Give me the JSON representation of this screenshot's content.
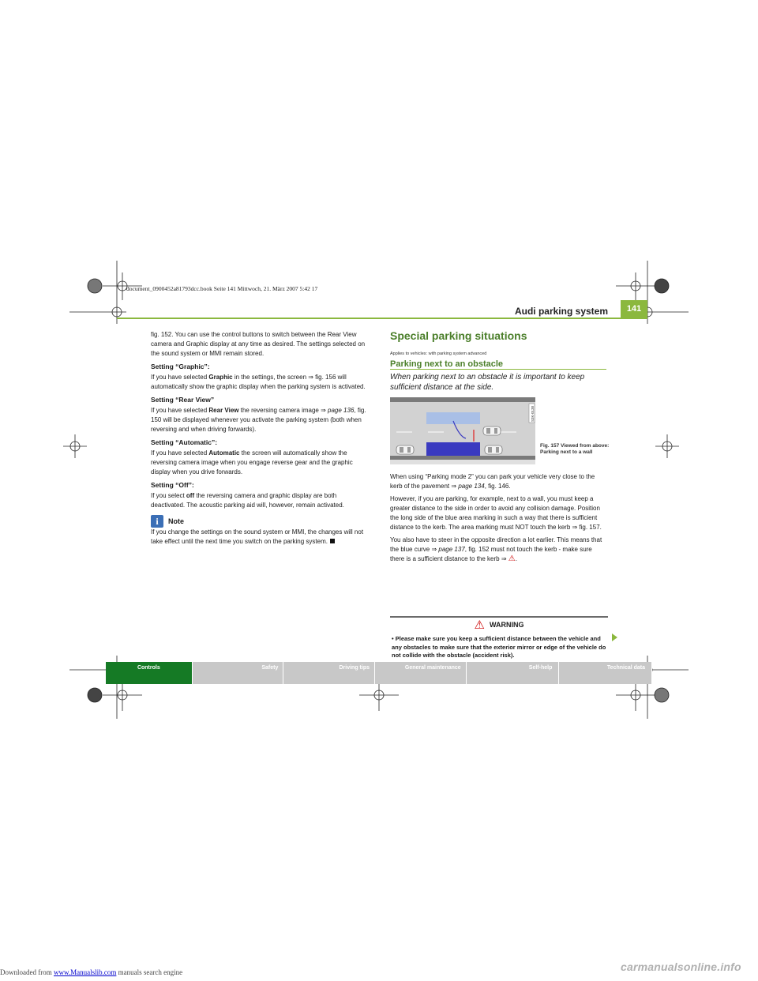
{
  "book_line": "document_0900452a81793dcc.book  Seite 141  Mittwoch, 21. März 2007  5:42 17",
  "header": {
    "title": "Audi parking system",
    "page_number": "141"
  },
  "left_column": {
    "p1": "fig. 152. You can use the control buttons to switch between the Rear View camera and Graphic display at any time as desired. The settings selected on the sound system or MMI remain stored.",
    "h_graphic": "Setting “Graphic”:",
    "graphic_pre": "If you have selected ",
    "graphic_bold": "Graphic",
    "graphic_post": " in the settings, the screen ⇒ fig. 156 will automatically show the graphic display when the parking system is activated.",
    "h_rearview": "Setting “Rear View”",
    "rear_pre": "If you have selected ",
    "rear_bold": "Rear View",
    "rear_mid": " the reversing camera image ⇒ ",
    "rear_italic": "page 136",
    "rear_post": ", fig. 150 will be displayed whenever you activate the parking system (both when reversing and when driving forwards).",
    "h_automatic": "Setting “Automatic”:",
    "auto_pre": "If you have selected ",
    "auto_bold": "Automatic",
    "auto_post": " the screen will automatically show the reversing camera image when you engage reverse gear and the graphic display when you drive forwards.",
    "h_off": "Setting “Off”:",
    "off_pre": "If you select ",
    "off_bold": "off",
    "off_post": " the reversing camera and graphic display are both deactivated. The acoustic parking aid will, however, remain activated.",
    "note_label": "Note",
    "note_text": "If you change the settings on the sound system or MMI, the changes will not take effect until the next time you switch on the parking system."
  },
  "right_column": {
    "section_title": "Special parking situations",
    "applies": "Applies to vehicles: with parking system advanced",
    "subsection_title": "Parking next to an obstacle",
    "intro": "When parking next to an obstacle it is important to keep sufficient distance at the side.",
    "figure_code": "S3K-0138",
    "figure_caption": "Fig. 157  Viewed from above: Parking next to a wall",
    "p1_pre": "When using “Parking mode 2” you can park your vehicle very close to the kerb of the pavement ⇒ ",
    "p1_italic": "page 134",
    "p1_post": ", fig. 146.",
    "p2": "However, if you are parking, for example, next to a wall, you must keep a greater distance to the side in order to avoid any collision damage. Position the long side of the blue area marking in such a way that there is sufficient distance to the kerb. The area marking must NOT touch the kerb ⇒ fig. 157.",
    "p3_pre": "You also have to steer in the opposite direction a lot earlier. This means that the blue curve ⇒ ",
    "p3_italic": "page 137",
    "p3_post": ", fig. 152 must not touch the kerb - make sure there is a sufficient distance to the kerb ⇒ ",
    "warning_label": "WARNING",
    "warning_text": "Please make sure you keep a sufficient distance between the vehicle and any obstacles to make sure that the exterior mirror or edge of the vehicle do not collide with the obstacle (accident risk)."
  },
  "tabs": [
    "Controls",
    "Safety",
    "Driving tips",
    "General maintenance",
    "Self-help",
    "Technical data"
  ],
  "footer": {
    "downloaded_pre": "Downloaded from ",
    "downloaded_link": "www.Manualslib.com",
    "downloaded_post": " manuals search engine",
    "watermark": "carmanualsonline.info"
  },
  "colors": {
    "accent_green": "#8bb83e",
    "title_green": "#4b7f2a",
    "tab_active": "#157a25",
    "tab_inactive": "#c8c8c8",
    "note_blue": "#3b6fb6"
  }
}
